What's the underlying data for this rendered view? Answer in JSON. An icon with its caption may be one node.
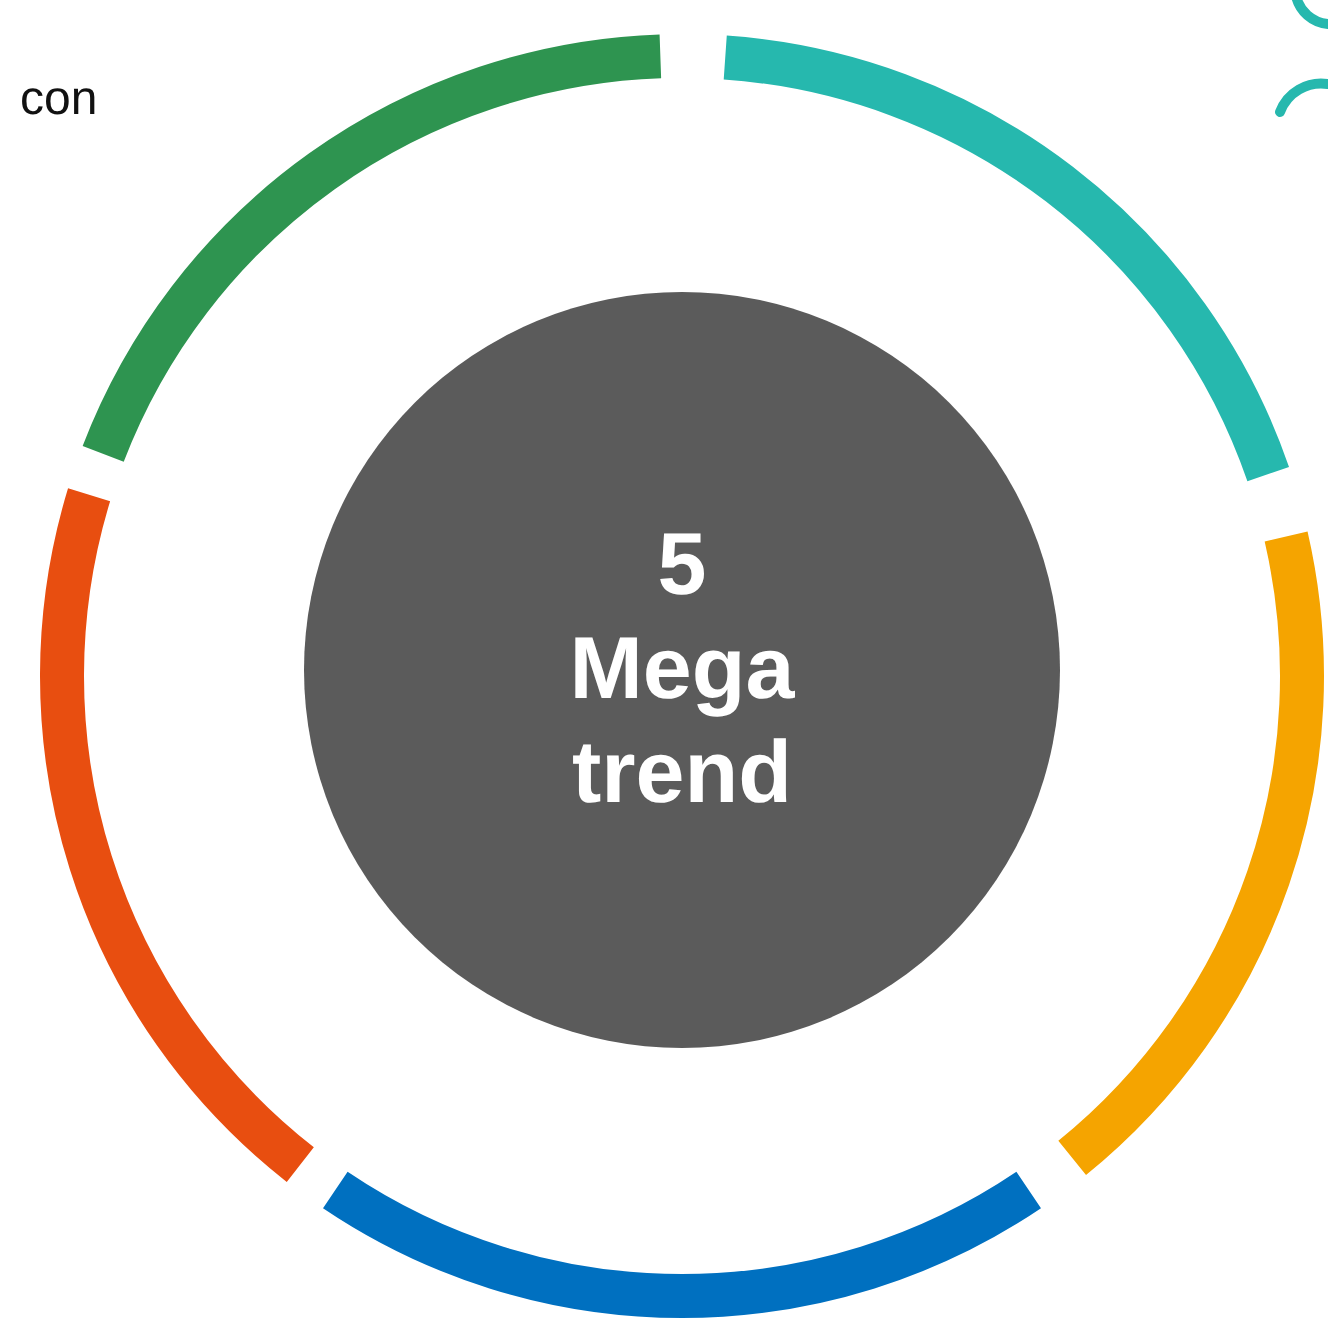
{
  "diagram": {
    "nodes": [
      {
        "text": [
          "5 Mega trend"
        ]
      },
      {
        "text": [],
        "shape": "arc"
      },
      {
        "text": [],
        "shape": "arc"
      },
      {
        "text": [],
        "shape": "arc"
      },
      {
        "text": [],
        "shape": "arc"
      },
      {
        "text": [],
        "shape": "arc"
      }
    ],
    "labels": [
      "con"
    ]
  }
}
